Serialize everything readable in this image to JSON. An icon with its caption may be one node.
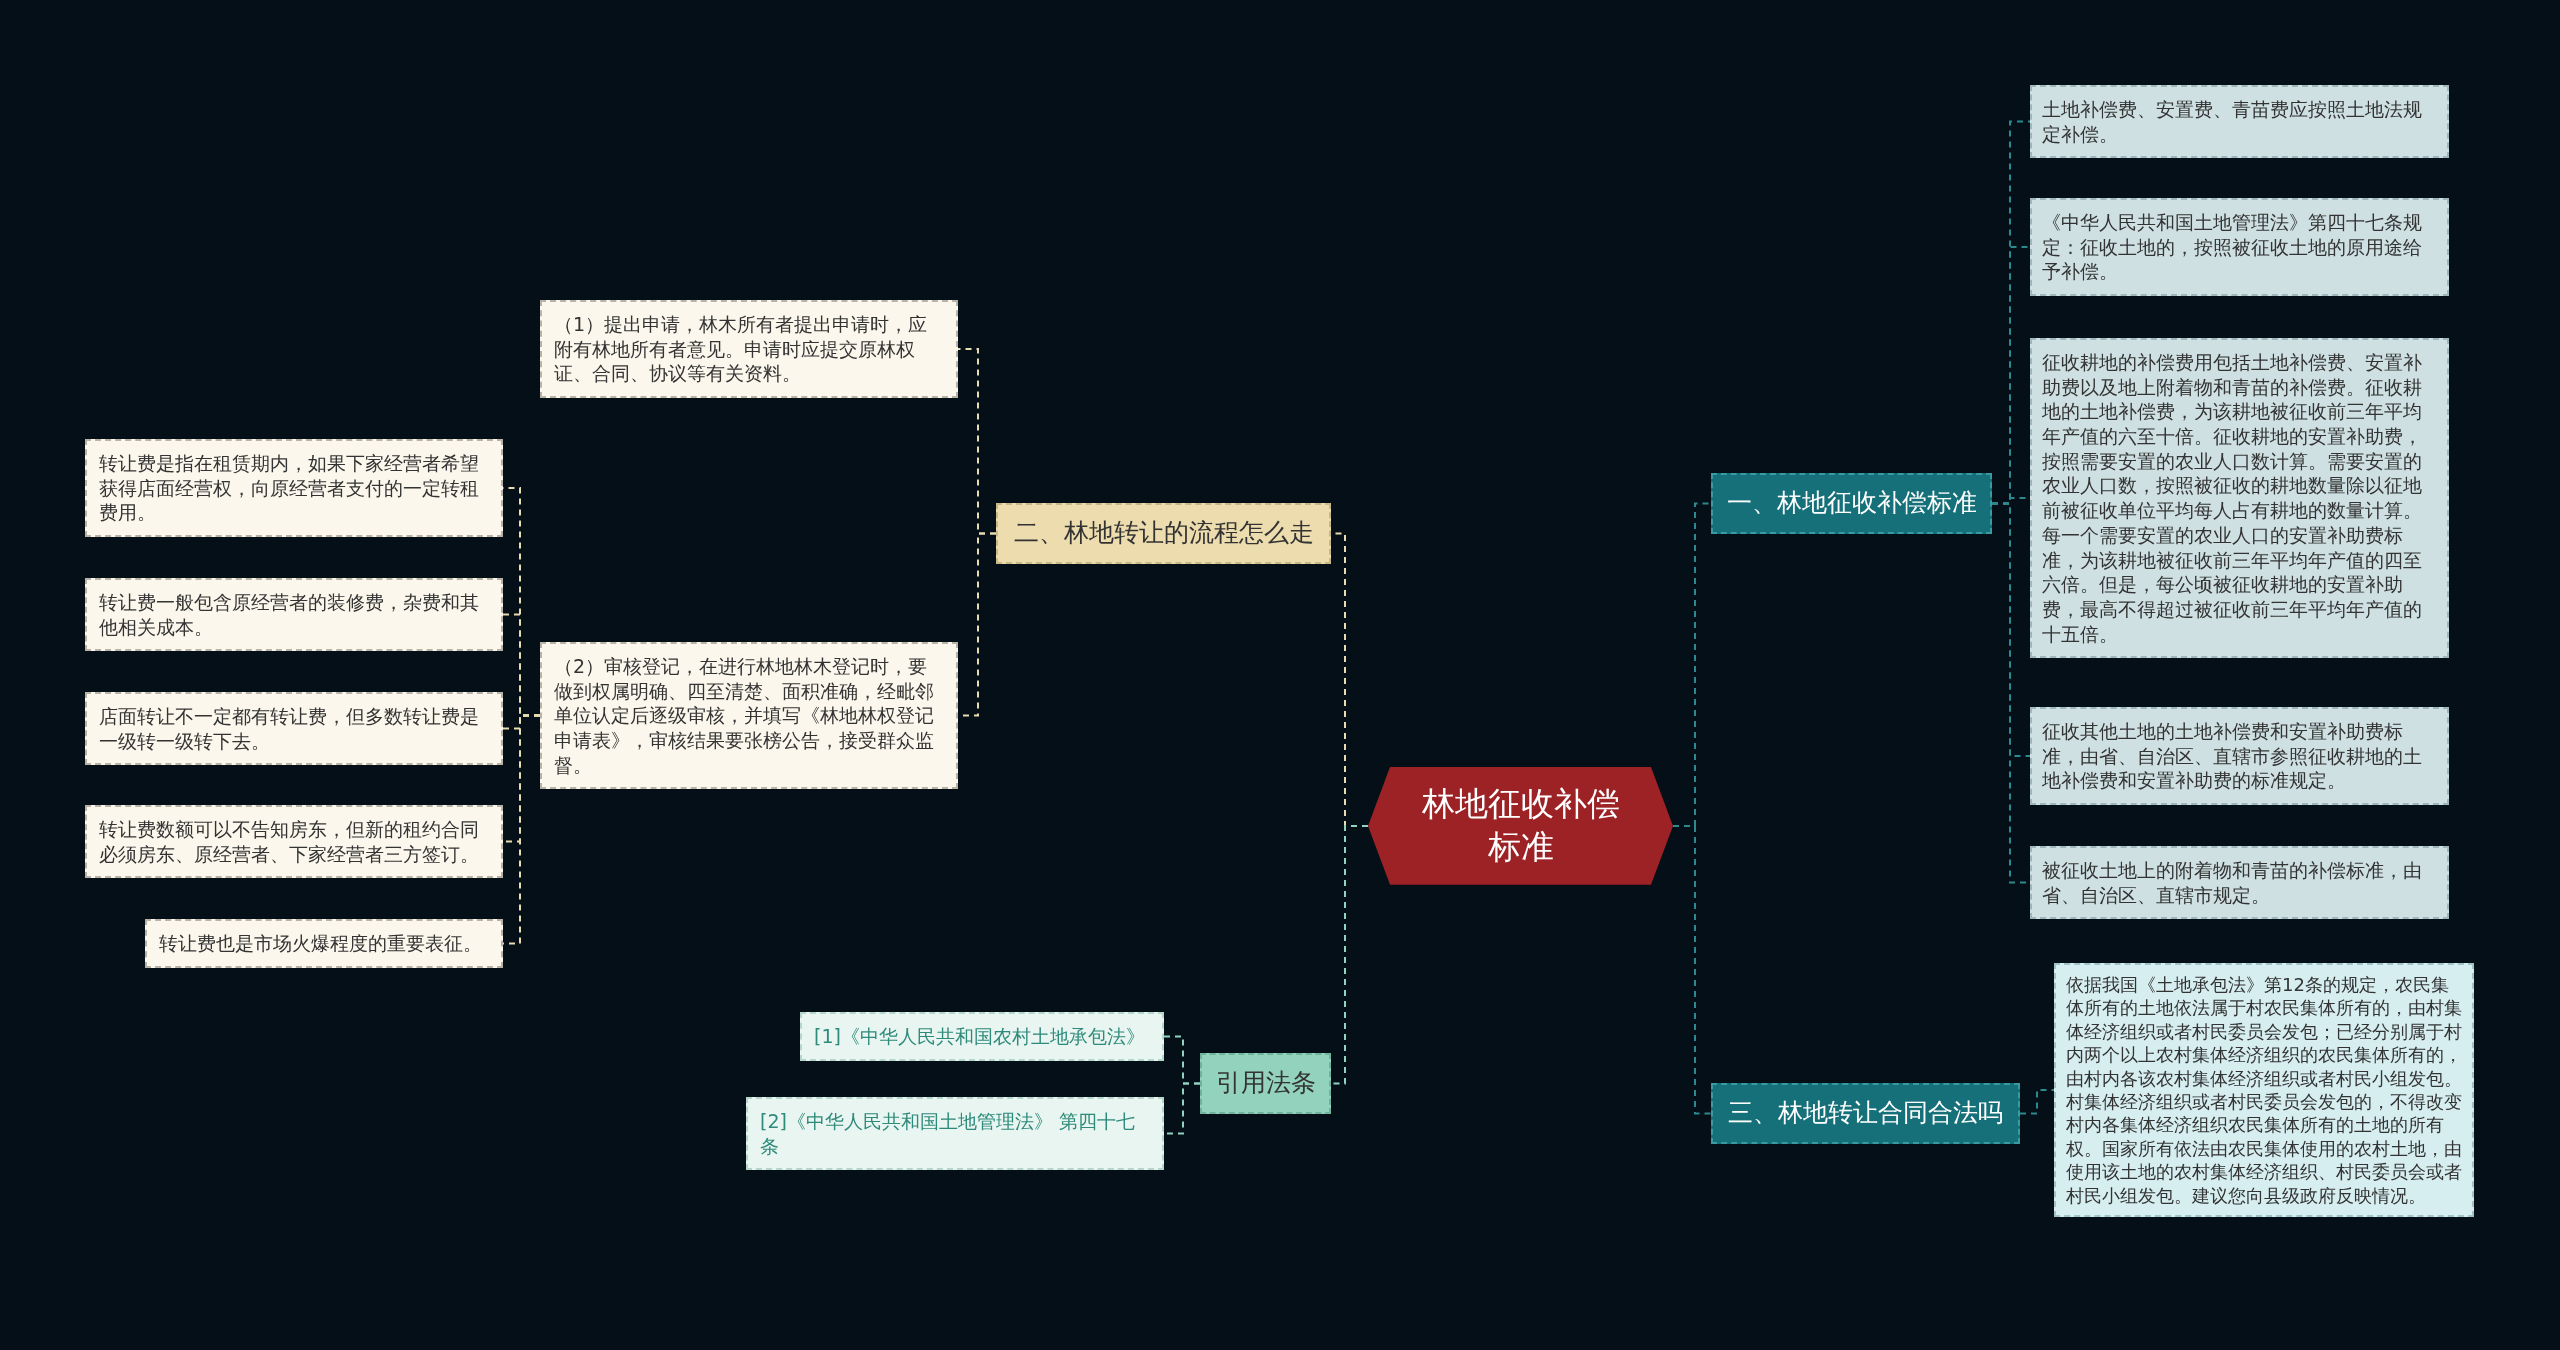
{
  "diagram": {
    "nodes": [
      {
        "text": [
          "林地征收补偿标准"
        ]
      },
      {
        "text": [
          "二、林地转让的流程怎么走"
        ]
      },
      {
        "text": [
          "（1）提出申请，林木所有者提出申请时，应附有林地所有者意见。申请时应提交原林权证、合同、协议等有关资料。"
        ]
      },
      {
        "text": [
          "（2）审核登记，在进行林地林木登记时，要做到权属明确、四至清楚、面积准确，经毗邻单位认定后逐级审核，并填写《林地林权登记申请表》，审核结果要张榜公告，接受群众监督。"
        ]
      },
      {
        "text": [
          "转让费是指在租赁期内，如果下家经营者希望获得店面经营权，向原经营者支付的一定转租费用。"
        ]
      },
      {
        "text": [
          "转让费一般包含原经营者的装修费，杂费和其他相关成本。"
        ]
      },
      {
        "text": [
          "店面转让不一定都有转让费，但多数转让费是一级转一级转下去。"
        ]
      },
      {
        "text": [
          "转让费数额可以不告知房东，但新的租约合同必须房东、原经营者、下家经营者三方签订。"
        ]
      },
      {
        "text": [
          "转让费也是市场火爆程度的重要表征。"
        ]
      },
      {
        "text": [
          "引用法条"
        ]
      },
      {
        "text": [
          "[1]《中华人民共和国农村土地承包法》"
        ]
      },
      {
        "text": [
          "[2]《中华人民共和国土地管理法》 第四十七条"
        ]
      },
      {
        "text": [
          "一、林地征收补偿标准"
        ]
      },
      {
        "text": [
          "土地补偿费、安置费、青苗费应按照土地法规定补偿。"
        ]
      },
      {
        "text": [
          "《中华人民共和国土地管理法》第四十七条规定：征收土地的，按照被征收土地的原用途给予补偿。"
        ]
      },
      {
        "text": [
          "征收耕地的补偿费用包括土地补偿费、安置补助费以及地上附着物和青苗的补偿费。征收耕地的土地补偿费，为该耕地被征收前三年平均年产值的六至十倍。征收耕地的安置补助费，按照需要安置的农业人口数计算。需要安置的农业人口数，按照被征收的耕地数量除以征地前被征收单位平均每人占有耕地的数量计算。每一个需要安置的农业人口的安置补助费标准，为该耕地被征收前三年平均年产值的四至六倍。但是，每公顷被征收耕地的安置补助费，最高不得超过被征收前三年平均年产值的十五倍。"
        ]
      },
      {
        "text": [
          "征收其他土地的土地补偿费和安置补助费标准，由省、自治区、直辖市参照征收耕地的土地补偿费和安置补助费的标准规定。"
        ]
      },
      {
        "text": [
          "被征收土地上的附着物和青苗的补偿标准，由省、自治区、直辖市规定。"
        ]
      },
      {
        "text": [
          "三、林地转让合同合法吗"
        ]
      },
      {
        "text": [
          "依据我国《土地承包法》第12条的规定，农民集体所有的土地依法属于村农民集体所有的，由村集体经济组织或者村民委员会发包；已经分别属于村内两个以上农村集体经济组织的农民集体所有的，由村内各该农村集体经济组织或者村民小组发包。村集体经济组织或者村民委员会发包的，不得改变村内各集体经济组织农民集体所有的土地的所有权。国家所有依法由农民集体使用的农村土地，由使用该土地的农村集体经济组织、村民委员会或者村民小组发包。建议您向县级政府反映情况。"
        ]
      }
    ],
    "edges": [
      {
        "from": 0,
        "to": 1,
        "arrow": "none",
        "color": "#e8dcb0"
      },
      {
        "from": 1,
        "to": 2,
        "arrow": "none",
        "color": "#e8dcb0"
      },
      {
        "from": 1,
        "to": 3,
        "arrow": "none",
        "color": "#e8dcb0"
      },
      {
        "from": 3,
        "to": 4,
        "arrow": "none",
        "color": "#e8dcb0"
      },
      {
        "from": 3,
        "to": 5,
        "arrow": "none",
        "color": "#e8dcb0"
      },
      {
        "from": 3,
        "to": 6,
        "arrow": "none",
        "color": "#e8dcb0"
      },
      {
        "from": 3,
        "to": 7,
        "arrow": "none",
        "color": "#e8dcb0"
      },
      {
        "from": 3,
        "to": 8,
        "arrow": "none",
        "color": "#e8dcb0"
      },
      {
        "from": 0,
        "to": 9,
        "arrow": "none",
        "color": "#8fd3c0"
      },
      {
        "from": 9,
        "to": 10,
        "arrow": "none",
        "color": "#8fd3c0"
      },
      {
        "from": 9,
        "to": 11,
        "arrow": "none",
        "color": "#8fd3c0"
      },
      {
        "from": 0,
        "to": 12,
        "arrow": "none",
        "color": "#2a8a90"
      },
      {
        "from": 12,
        "to": 13,
        "arrow": "none",
        "color": "#2a8a90"
      },
      {
        "from": 12,
        "to": 14,
        "arrow": "none",
        "color": "#2a8a90"
      },
      {
        "from": 12,
        "to": 15,
        "arrow": "none",
        "color": "#2a8a90"
      },
      {
        "from": 12,
        "to": 16,
        "arrow": "none",
        "color": "#2a8a90"
      },
      {
        "from": 12,
        "to": 17,
        "arrow": "none",
        "color": "#2a8a90"
      },
      {
        "from": 0,
        "to": 18,
        "arrow": "none",
        "color": "#2a8a90"
      },
      {
        "from": 18,
        "to": 19,
        "arrow": "none",
        "color": "#2a8a90"
      }
    ]
  }
}
